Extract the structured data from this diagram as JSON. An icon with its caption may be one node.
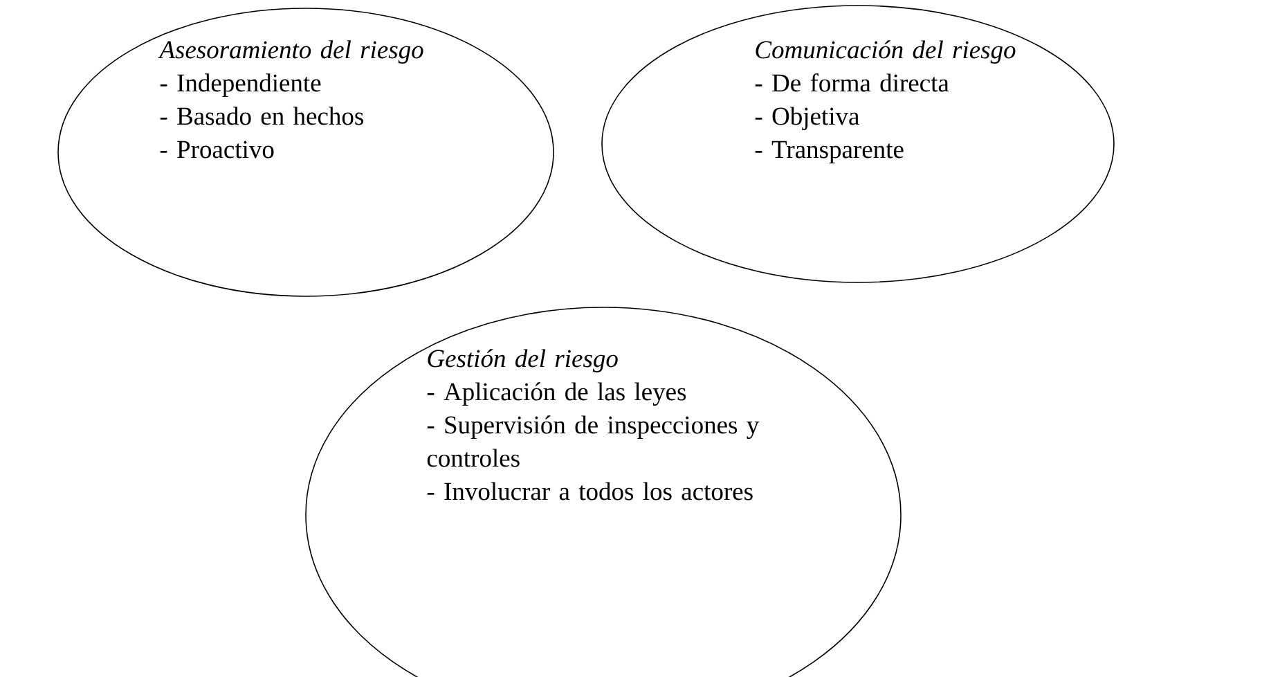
{
  "diagram": {
    "nodes": [
      {
        "text": [
          "Asesoramiento del riesgo",
          "- Independiente",
          "- Basado en hechos",
          "- Proactivo"
        ]
      },
      {
        "text": [
          "Comunicación del riesgo",
          "- De forma directa",
          "- Objetiva",
          "- Transparente"
        ]
      },
      {
        "text": [
          "Gestión del riesgo",
          "- Aplicación de las leyes",
          "- Supervisión de inspecciones y controles",
          "- Involucrar a todos los actores"
        ]
      }
    ]
  }
}
